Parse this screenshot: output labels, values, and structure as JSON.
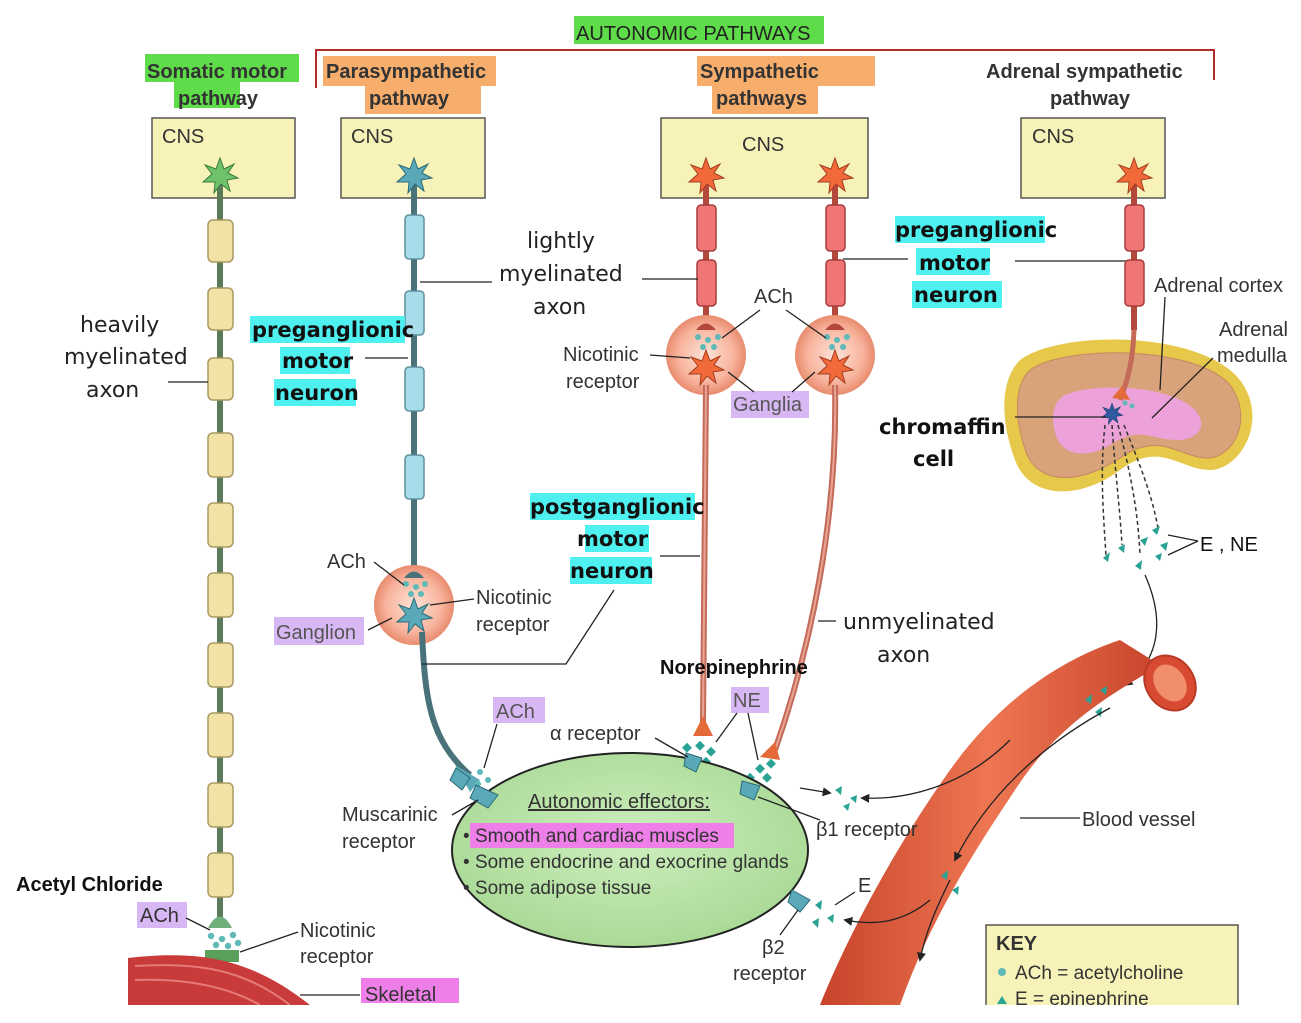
{
  "header": {
    "autonomic_title": "AUTONOMIC PATHWAYS",
    "somatic_title_line1": "Somatic motor",
    "somatic_title_line2": "pathway",
    "parasympathetic_line1": "Parasympathetic",
    "parasympathetic_line2": "pathway",
    "sympathetic_line1": "Sympathetic",
    "sympathetic_line2": "pathways",
    "adrenal_line1": "Adrenal sympathetic",
    "adrenal_line2": "pathway"
  },
  "cns_label": "CNS",
  "annotations": {
    "heavily_line1": "heavily",
    "heavily_line2": "myelinated",
    "heavily_line3": "axon",
    "pre_para_line1": "preganglionic",
    "pre_para_line2": "motor",
    "pre_para_line3": "neuron",
    "lightly_line1": "lightly",
    "lightly_line2": "myelinated",
    "lightly_line3": "axon",
    "pre_symp_line1": "preganglionic",
    "pre_symp_line2": "motor",
    "pre_symp_line3": "neuron",
    "post_line1": "postganglionic",
    "post_line2": "motor",
    "post_line3": "neuron",
    "unmyelinated_line1": "unmyelinated",
    "unmyelinated_line2": "axon",
    "chromaffin_line1": "chromaffin",
    "chromaffin_line2": "cell",
    "norepinephrine": "Norepinephrine",
    "acetyl": "Acetyl Chloride",
    "e_ne": "E , NE"
  },
  "labels": {
    "ach": "ACh",
    "nicotinic_line1": "Nicotinic",
    "nicotinic_line2": "receptor",
    "ganglion": "Ganglion",
    "ganglia": "Ganglia",
    "adrenal_cortex": "Adrenal cortex",
    "adrenal_medulla_line1": "Adrenal",
    "adrenal_medulla_line2": "medulla",
    "ne": "NE",
    "alpha_receptor": "α receptor",
    "muscarinic_line1": "Muscarinic",
    "muscarinic_line2": "receptor",
    "beta1_receptor": "β1 receptor",
    "beta2_line1": "β2",
    "beta2_line2": "receptor",
    "e": "E",
    "blood_vessel": "Blood vessel",
    "skeletal": "Skeletal"
  },
  "effectors": {
    "title": "Autonomic effectors:",
    "items": [
      "Smooth and cardiac muscles",
      "Some endocrine and exocrine glands",
      "Some adipose tissue"
    ]
  },
  "key": {
    "title": "KEY",
    "ach_entry": "ACh = acetylcholine",
    "e_entry": "E      = epinephrine"
  },
  "colors": {
    "cns_box": "#f6f2b8",
    "myelin_somatic": "#f3e2a6",
    "myelin_para": "#a8dcea",
    "myelin_symp": "#f07676",
    "ganglion_fill": "#f9b7a2",
    "effector_fill": "#b9e4a9",
    "blood_vessel": "#e2583a"
  }
}
